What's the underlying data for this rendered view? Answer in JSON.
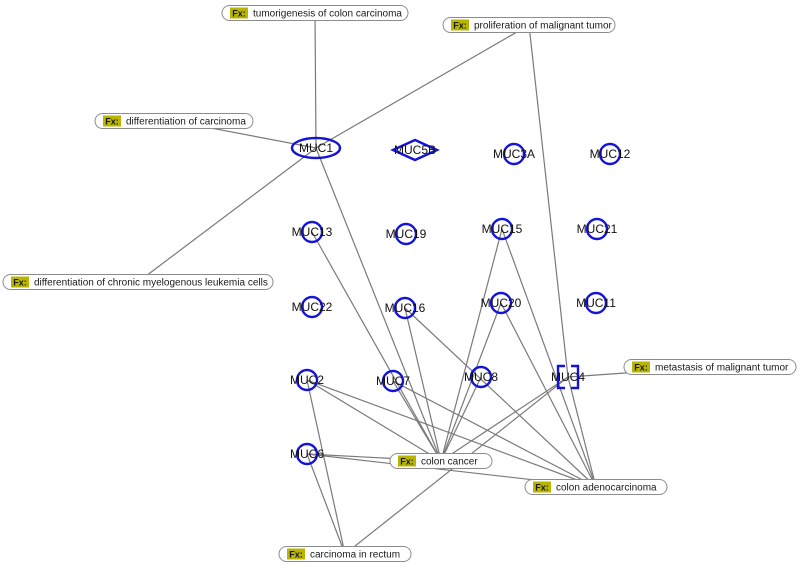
{
  "colors": {
    "edge": "#7a7a7a",
    "node_stroke": "#1414d8",
    "pill_stroke": "#8c8c8c",
    "fx_tag_bg": "#b8b400"
  },
  "fx_tag": "Fx:",
  "genes": [
    {
      "id": "MUC1",
      "label": "MUC1",
      "shape": "ellipse-wide"
    },
    {
      "id": "MUC5B",
      "label": "MUC5B",
      "shape": "diamond"
    },
    {
      "id": "MUC3A",
      "label": "MUC3A",
      "shape": "circle"
    },
    {
      "id": "MUC12",
      "label": "MUC12",
      "shape": "circle"
    },
    {
      "id": "MUC13",
      "label": "MUC13",
      "shape": "circle"
    },
    {
      "id": "MUC19",
      "label": "MUC19",
      "shape": "circle"
    },
    {
      "id": "MUC15",
      "label": "MUC15",
      "shape": "circle"
    },
    {
      "id": "MUC21",
      "label": "MUC21",
      "shape": "circle"
    },
    {
      "id": "MUC22",
      "label": "MUC22",
      "shape": "circle"
    },
    {
      "id": "MUC16",
      "label": "MUC16",
      "shape": "circle"
    },
    {
      "id": "MUC20",
      "label": "MUC20",
      "shape": "circle"
    },
    {
      "id": "MUC11",
      "label": "MUC11",
      "shape": "circle"
    },
    {
      "id": "MUC2",
      "label": "MUC2",
      "shape": "circle"
    },
    {
      "id": "MUC7",
      "label": "MUC7",
      "shape": "circle"
    },
    {
      "id": "MUC8",
      "label": "MUC8",
      "shape": "circle"
    },
    {
      "id": "MUC4",
      "label": "MUC4",
      "shape": "bracket"
    },
    {
      "id": "MUC6",
      "label": "MUC6",
      "shape": "circle"
    }
  ],
  "functions": [
    {
      "id": "f_tumorigenesis",
      "label": "tumorigenesis of colon carcinoma"
    },
    {
      "id": "f_proliferation",
      "label": "proliferation of malignant tumor"
    },
    {
      "id": "f_differentiation",
      "label": "differentiation of carcinoma"
    },
    {
      "id": "f_cml",
      "label": "differentiation of chronic myelogenous leukemia cells"
    },
    {
      "id": "f_metastasis",
      "label": "metastasis of malignant tumor"
    },
    {
      "id": "f_colon_cancer",
      "label": "colon cancer"
    },
    {
      "id": "f_colon_adeno",
      "label": "colon adenocarcinoma"
    },
    {
      "id": "f_rectum",
      "label": "carcinoma in rectum"
    }
  ],
  "edges": [
    [
      "MUC1",
      "f_tumorigenesis"
    ],
    [
      "MUC1",
      "f_proliferation"
    ],
    [
      "MUC1",
      "f_differentiation"
    ],
    [
      "MUC1",
      "f_cml"
    ],
    [
      "MUC1",
      "f_colon_cancer"
    ],
    [
      "MUC4",
      "f_proliferation"
    ],
    [
      "MUC4",
      "f_metastasis"
    ],
    [
      "MUC4",
      "f_colon_cancer"
    ],
    [
      "MUC4",
      "f_colon_adeno"
    ],
    [
      "MUC4",
      "f_rectum"
    ],
    [
      "MUC13",
      "f_colon_cancer"
    ],
    [
      "MUC15",
      "f_colon_cancer"
    ],
    [
      "MUC15",
      "f_colon_adeno"
    ],
    [
      "MUC16",
      "f_colon_cancer"
    ],
    [
      "MUC16",
      "f_colon_adeno"
    ],
    [
      "MUC20",
      "f_colon_cancer"
    ],
    [
      "MUC20",
      "f_colon_adeno"
    ],
    [
      "MUC2",
      "f_colon_cancer"
    ],
    [
      "MUC2",
      "f_colon_adeno"
    ],
    [
      "MUC2",
      "f_rectum"
    ],
    [
      "MUC7",
      "f_colon_cancer"
    ],
    [
      "MUC7",
      "f_colon_adeno"
    ],
    [
      "MUC6",
      "f_colon_cancer"
    ],
    [
      "MUC6",
      "f_colon_adeno"
    ],
    [
      "MUC6",
      "f_rectum"
    ],
    [
      "MUC8",
      "f_colon_cancer"
    ]
  ]
}
